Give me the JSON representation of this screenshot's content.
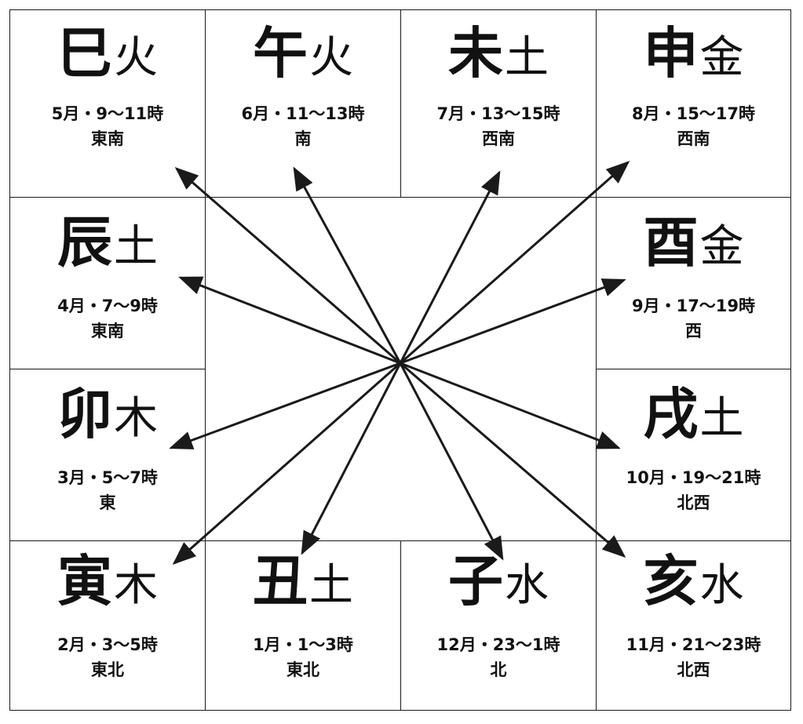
{
  "cells": [
    {
      "branch": "巳",
      "element": "火",
      "time": "5月・9〜11時",
      "direction": "東南"
    },
    {
      "branch": "午",
      "element": "火",
      "time": "6月・11〜13時",
      "direction": "南"
    },
    {
      "branch": "未",
      "element": "土",
      "time": "7月・13〜15時",
      "direction": "西南"
    },
    {
      "branch": "申",
      "element": "金",
      "time": "8月・15〜17時",
      "direction": "西南"
    },
    {
      "branch": "辰",
      "element": "土",
      "time": "4月・7〜9時",
      "direction": "東南"
    },
    {
      "branch": "酉",
      "element": "金",
      "time": "9月・17〜19時",
      "direction": "西"
    },
    {
      "branch": "卯",
      "element": "木",
      "time": "3月・5〜7時",
      "direction": "東"
    },
    {
      "branch": "戌",
      "element": "土",
      "time": "10月・19〜21時",
      "direction": "北西"
    },
    {
      "branch": "寅",
      "element": "木",
      "time": "2月・3〜5時",
      "direction": "東北"
    },
    {
      "branch": "丑",
      "element": "土",
      "time": "1月・1〜3時",
      "direction": "東北"
    },
    {
      "branch": "子",
      "element": "水",
      "time": "12月・23〜1時",
      "direction": "北"
    },
    {
      "branch": "亥",
      "element": "水",
      "time": "11月・21〜23時",
      "direction": "北西"
    }
  ],
  "colors": {
    "line": "#1a1a1a",
    "text": "#111111",
    "background": "#ffffff"
  }
}
